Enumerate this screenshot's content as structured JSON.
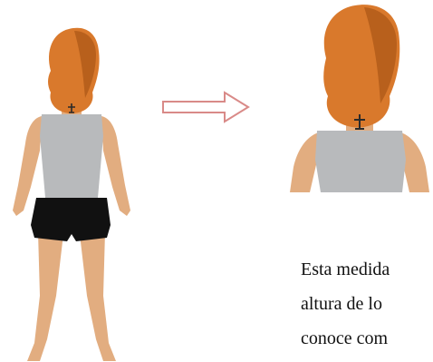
{
  "text": {
    "lines": [
      "Esta medida",
      "altura de lo",
      "conoce com"
    ]
  },
  "colors": {
    "hair": "#d9792c",
    "hair_shadow": "#b8601c",
    "skin": "#e2ad80",
    "shirt": "#b8babc",
    "shorts": "#111111",
    "arrow_stroke": "#d98a88",
    "marker": "#2a2a2a"
  }
}
